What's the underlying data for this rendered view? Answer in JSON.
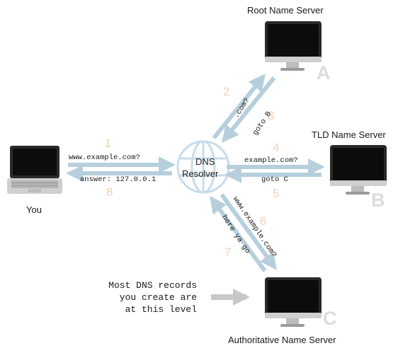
{
  "diagram": {
    "nodes": {
      "root": {
        "label": "Root Name Server",
        "letter": "A"
      },
      "tld": {
        "label": "TLD Name Server",
        "letter": "B"
      },
      "auth": {
        "label": "Authoritative Name Server",
        "letter": "C"
      },
      "resolver": {
        "line1": "DNS",
        "line2": "Resolver"
      },
      "you": {
        "label": "You"
      }
    },
    "steps": [
      {
        "number": "1",
        "text": "www.example.com?"
      },
      {
        "number": "2",
        "text": ".com?"
      },
      {
        "number": "3",
        "text": "goto B"
      },
      {
        "number": "4",
        "text": "example.com?"
      },
      {
        "number": "5",
        "text": "goto C"
      },
      {
        "number": "6",
        "text": "www.example.com?"
      },
      {
        "number": "7",
        "text": "here ya go"
      },
      {
        "number": "8",
        "text": "answer: 127.0.0.1"
      }
    ],
    "note": {
      "lines": [
        "Most DNS records",
        "you create are",
        "at this level"
      ]
    },
    "colors": {
      "arrow": "#b7cfdd",
      "step_number": "#f1d2b6",
      "letter": "#dcdcdc",
      "globe": "#c7dcea",
      "note_arrow": "#c8c8c8"
    }
  }
}
